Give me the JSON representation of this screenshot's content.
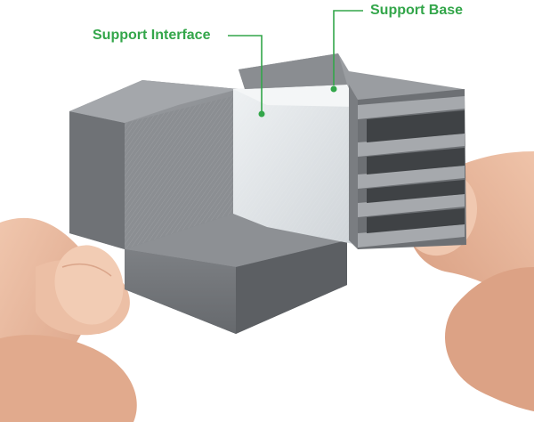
{
  "image": {
    "subject": "3D printed grey test part held between two hands, showing removable support structure",
    "colors": {
      "background": "#ffffff",
      "callout": "#33a64a",
      "part": "#8c8f93",
      "part_dark": "#5f6266",
      "interface": "#dfe3e6",
      "skin": "#e9b9a0"
    }
  },
  "callouts": [
    {
      "id": "support-base",
      "label": "Support Base"
    },
    {
      "id": "support-interface",
      "label": "Support Interface"
    }
  ]
}
